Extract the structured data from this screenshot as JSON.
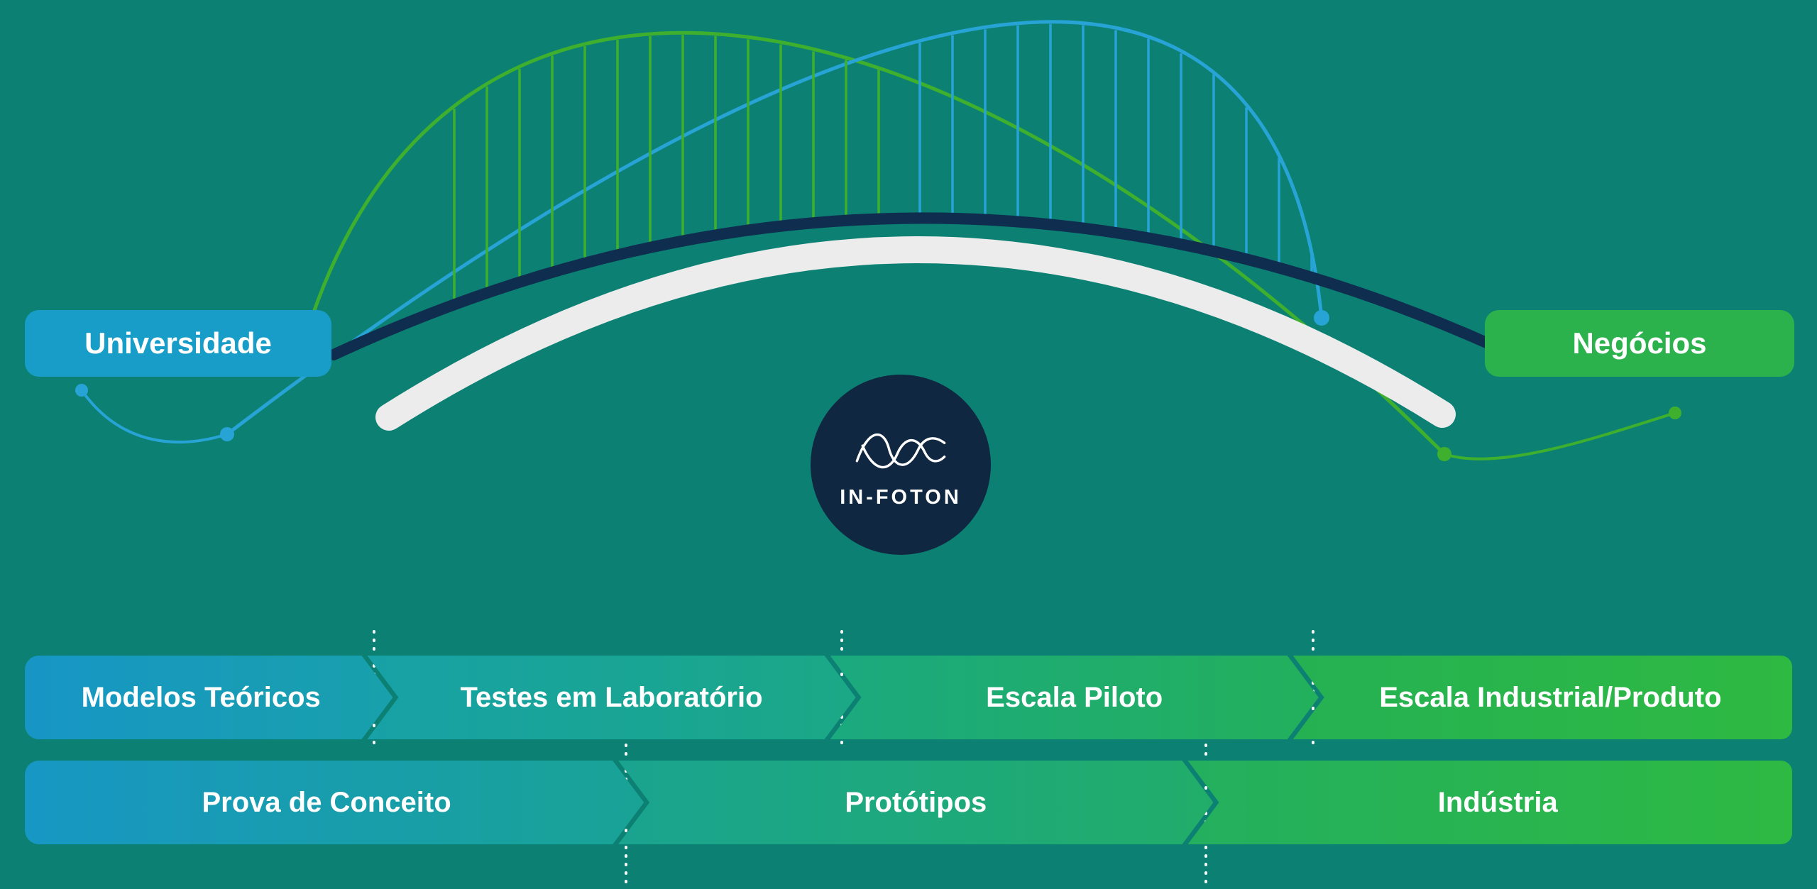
{
  "theme": {
    "background": "#0C8173",
    "deck_navy": "#0F2E4F",
    "deck_white": "#ECECEC",
    "cable_blue": "#27A3D6",
    "cable_green": "#3FAF2E",
    "circle_navy": "#0F2740",
    "separator_white": "#FFFFFF"
  },
  "badges": {
    "university": {
      "label": "Universidade",
      "color": "#189DC8"
    },
    "business": {
      "label": "Negócios",
      "color": "#2BB24C"
    }
  },
  "logo": {
    "label": "IN-FOTON"
  },
  "pipeline": {
    "row1": [
      {
        "label": "Modelos Teóricos",
        "color_from": "#1796C6",
        "color_to": "#18A0AB"
      },
      {
        "label": "Testes em Laboratório",
        "color_from": "#18A1A6",
        "color_to": "#1AA886"
      },
      {
        "label": "Escala Piloto",
        "color_from": "#1BA97F",
        "color_to": "#23B05C"
      },
      {
        "label": "Escala Industrial/Produto",
        "color_from": "#25B153",
        "color_to": "#2EB942"
      }
    ],
    "row2": [
      {
        "label": "Prova de Conceito",
        "color_from": "#1797C4",
        "color_to": "#19A395"
      },
      {
        "label": "Protótipos",
        "color_from": "#1AA490",
        "color_to": "#21AD69"
      },
      {
        "label": "Indústria",
        "color_from": "#23AF5E",
        "color_to": "#2EB943"
      }
    ]
  }
}
